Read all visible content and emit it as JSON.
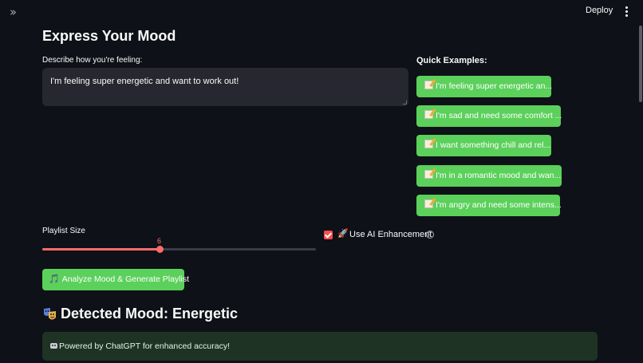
{
  "header": {
    "sidebar_toggle_icon": "double-chevron-right-icon",
    "deploy_label": "Deploy",
    "menu_icon": "vertical-dots-icon"
  },
  "main": {
    "title": "Express Your Mood",
    "mood_input": {
      "label": "Describe how you're feeling:",
      "value": "I'm feeling super energetic and want to work out!"
    },
    "quick_examples": {
      "heading": "Quick Examples:",
      "icon": "memo-icon",
      "items": [
        "I'm feeling super energetic an...",
        "I'm sad and need some comfort ...",
        "I want something chill and rel...",
        "I'm in a romantic mood and wan...",
        "I'm angry and need some intens..."
      ]
    },
    "playlist_size": {
      "label": "Playlist Size",
      "value": 6,
      "display_value": "6",
      "fill_fraction": 0.43
    },
    "ai_enhancement": {
      "checked": true,
      "icon": "rocket-icon",
      "label": "Use AI Enhancement",
      "help_icon": "question-circle-icon"
    },
    "analyze_button": {
      "icon": "music-note-icon",
      "label": "Analyze Mood & Generate Playlist"
    },
    "detected_mood": {
      "icon": "theater-masks-icon",
      "title": "Detected Mood: Energetic"
    },
    "info_box": {
      "icon": "robot-icon",
      "text": "Powered by ChatGPT for enhanced accuracy!"
    }
  },
  "colors": {
    "background": "#0e1117",
    "input_background": "#262730",
    "button_green": "#5bd05b",
    "slider_red": "#ff6b6b",
    "checkbox_red": "#ff4b4b",
    "info_background": "#1e3324"
  }
}
